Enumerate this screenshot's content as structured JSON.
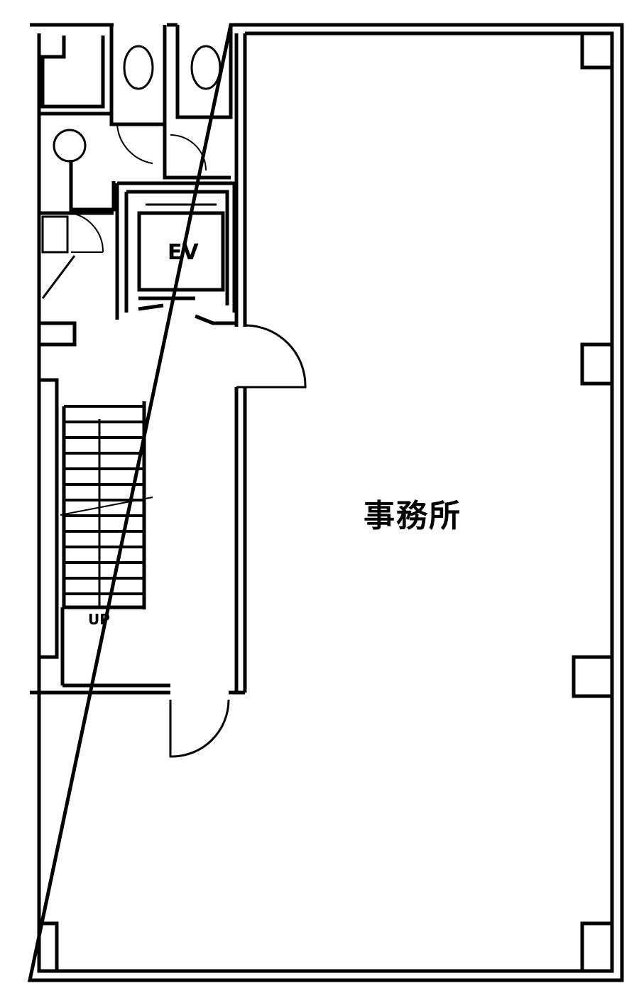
{
  "plan": {
    "office_label": "事務所",
    "elevator_label": "EV",
    "stairs_label": "UP"
  },
  "colors": {
    "line": "#000000",
    "background": "#ffffff"
  }
}
